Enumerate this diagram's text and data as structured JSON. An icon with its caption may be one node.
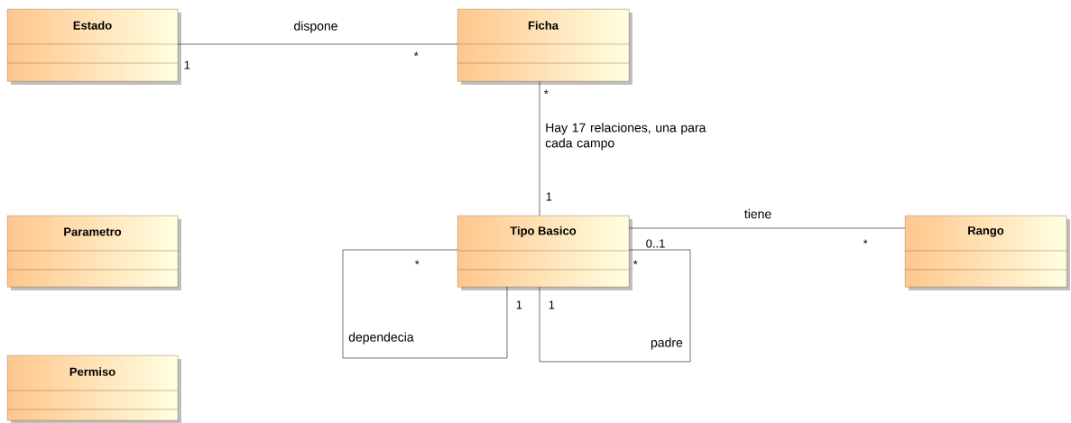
{
  "diagram": {
    "nodes": [
      {
        "text": [
          "Estado"
        ]
      },
      {
        "text": [
          "Ficha"
        ]
      },
      {
        "text": [
          "Parametro"
        ]
      },
      {
        "text": [
          "Tipo Basico"
        ]
      },
      {
        "text": [
          "Rango"
        ]
      },
      {
        "text": [
          "Permiso"
        ]
      }
    ],
    "edges": [
      {
        "from": 0,
        "to": 1,
        "arrow": "none",
        "label": "dispone"
      },
      {
        "from": 1,
        "to": 3,
        "arrow": "none",
        "label": "Hay 17 relaciones, una para cada campo"
      },
      {
        "from": 3,
        "to": 4,
        "arrow": "none",
        "label": "tiene"
      },
      {
        "from": 3,
        "to": 3,
        "arrow": "none",
        "label": "dependecia"
      },
      {
        "from": 3,
        "to": 3,
        "arrow": "none",
        "label": "padre"
      }
    ],
    "labels": [
      "1",
      "*",
      "*",
      "1",
      "0..1",
      "*",
      "*",
      "*",
      "1",
      "1"
    ]
  }
}
